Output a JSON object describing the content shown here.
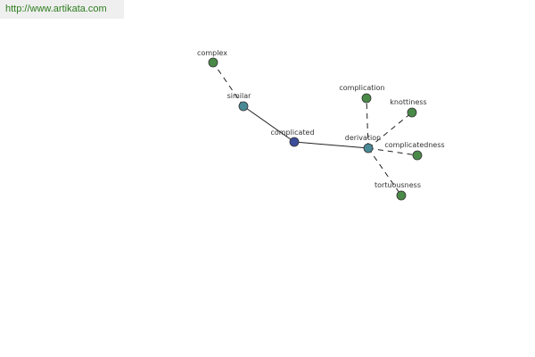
{
  "watermark": {
    "text": "http://www.artikata.com"
  },
  "colors": {
    "center_node": "#3c4d9a",
    "hub_node": "#4a8a96",
    "leaf_node": "#4a8a48",
    "node_stroke": "#333333",
    "edge": "#222222",
    "watermark_text": "#2e7d1e"
  },
  "graph": {
    "nodes": [
      {
        "id": "complicated",
        "label": "complicated",
        "kind": "center"
      },
      {
        "id": "similar",
        "label": "similar",
        "kind": "hub"
      },
      {
        "id": "derivation",
        "label": "derivation",
        "kind": "hub"
      },
      {
        "id": "complex",
        "label": "complex",
        "kind": "leaf"
      },
      {
        "id": "complication",
        "label": "complication",
        "kind": "leaf"
      },
      {
        "id": "knottiness",
        "label": "knottiness",
        "kind": "leaf"
      },
      {
        "id": "complicatedness",
        "label": "complicatedness",
        "kind": "leaf"
      },
      {
        "id": "tortuousness",
        "label": "tortuousness",
        "kind": "leaf"
      }
    ],
    "edges": [
      {
        "from": "complicated",
        "to": "similar",
        "style": "solid"
      },
      {
        "from": "complicated",
        "to": "derivation",
        "style": "solid"
      },
      {
        "from": "similar",
        "to": "complex",
        "style": "dashed"
      },
      {
        "from": "derivation",
        "to": "complication",
        "style": "dashed"
      },
      {
        "from": "derivation",
        "to": "knottiness",
        "style": "dashed"
      },
      {
        "from": "derivation",
        "to": "complicatedness",
        "style": "dashed"
      },
      {
        "from": "derivation",
        "to": "tortuousness",
        "style": "dashed"
      }
    ]
  }
}
